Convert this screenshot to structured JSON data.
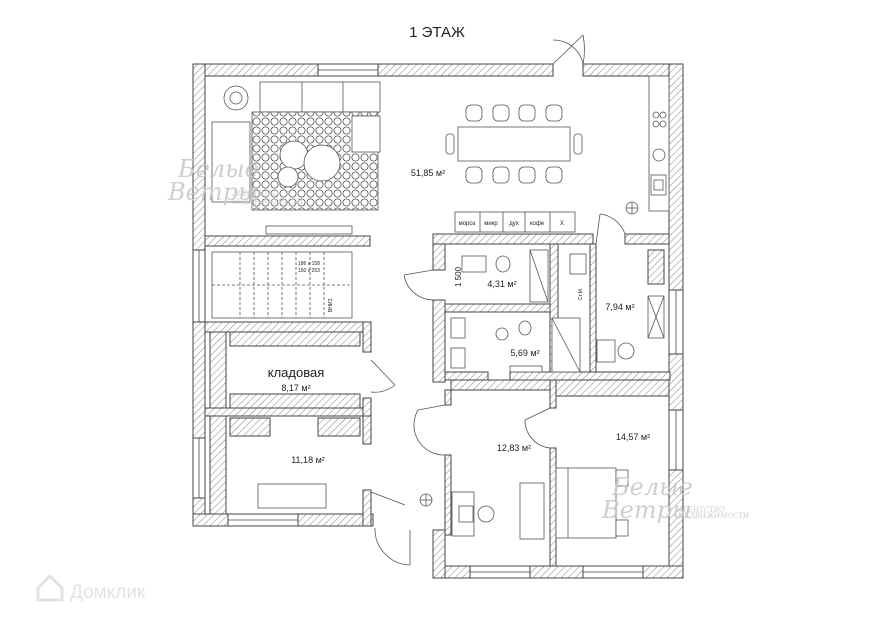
{
  "title": "1 ЭТАЖ",
  "rooms": {
    "living": {
      "area": "51,85 м²"
    },
    "toilet_small": {
      "area": "4,31 м²"
    },
    "bath": {
      "area": "5,69 м²"
    },
    "laundry": {
      "area": "7,94 м²"
    },
    "storage": {
      "name": "кладовая",
      "area": "8,17 м²"
    },
    "bedroom_left": {
      "area": "11,18 м²"
    },
    "study": {
      "area": "12,83 м²"
    },
    "bedroom_right": {
      "area": "14,57 м²"
    }
  },
  "kitchen_appliances": [
    "мороз",
    "микр",
    "дух",
    "кофе",
    "Х"
  ],
  "dimensions": {
    "toilet_width": "1 500"
  },
  "stair_labels": {
    "step_size": "186 х 158",
    "step_size2": "150 х 253",
    "down": "ВНИЗ"
  },
  "small_labels": {
    "utility": "Ст.М."
  },
  "watermarks": {
    "brand_top": "Белые",
    "brand_bottom": "Ветры",
    "agency": "АГЕНТСТВО",
    "realty": "НЕДВИЖИМОСТИ"
  },
  "footer": {
    "logo_text": "Домклик"
  },
  "colors": {
    "wall": "#444444",
    "watermark": "#c9c9c9",
    "footer_logo": "#e3e3e3"
  }
}
